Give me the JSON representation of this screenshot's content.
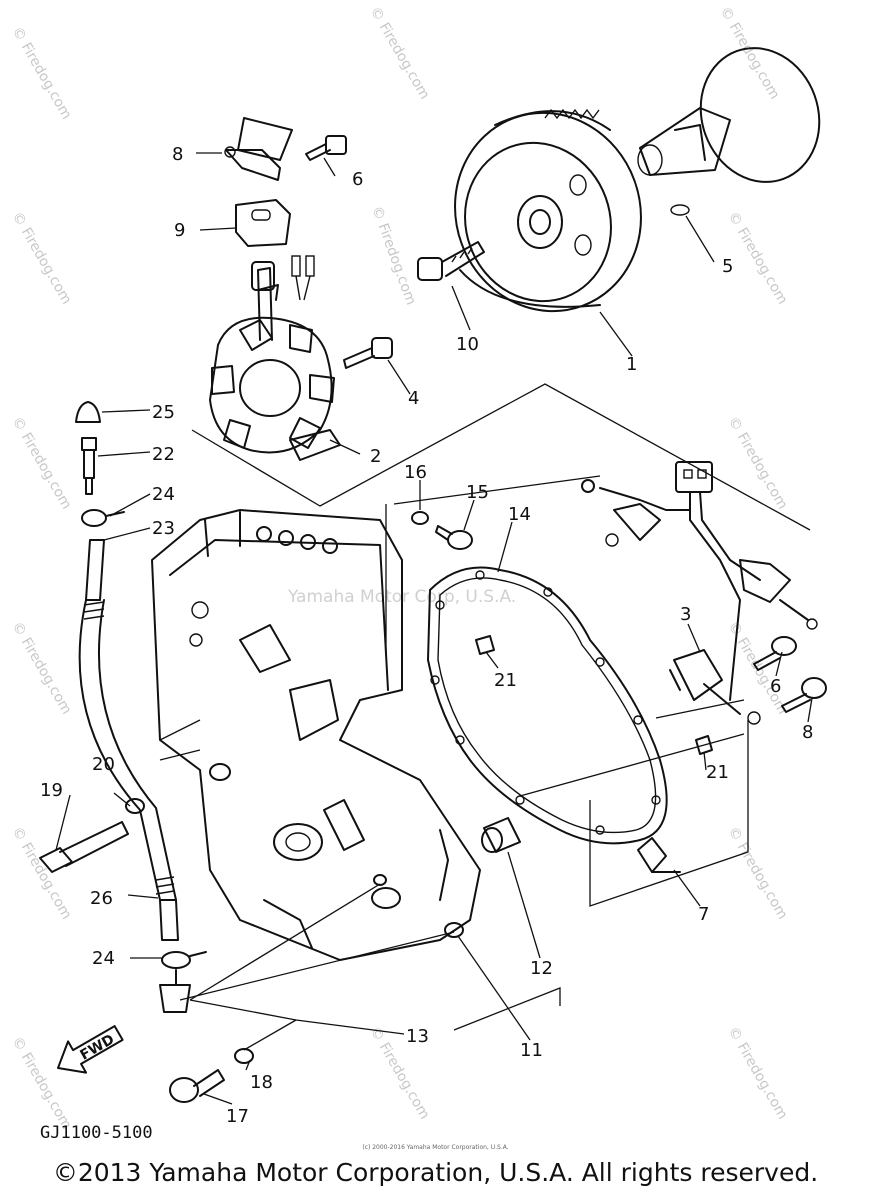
{
  "callouts": {
    "c1": "1",
    "c2": "2",
    "c3": "3",
    "c4": "4",
    "c5": "5",
    "c6a": "6",
    "c6b": "6",
    "c7": "7",
    "c8a": "8",
    "c8b": "8",
    "c9": "9",
    "c10": "10",
    "c11": "11",
    "c12": "12",
    "c13": "13",
    "c14": "14",
    "c15": "15",
    "c16": "16",
    "c17": "17",
    "c18": "18",
    "c19": "19",
    "c20": "20",
    "c21a": "21",
    "c21b": "21",
    "c22": "22",
    "c23": "23",
    "c24a": "24",
    "c24b": "24",
    "c25": "25",
    "c26": "26"
  },
  "fwd_label": "FWD",
  "diagram_code": "GJ1100-5100",
  "watermarks": {
    "firedog": "© Firedog.com",
    "center": "Yamaha Motor Corp, U.S.A."
  },
  "tiny_copyright": "(c) 2000-2016 Yamaha Motor Corporation, U.S.A.",
  "copyright": "©2013 Yamaha Motor Corporation, U.S.A. All rights reserved."
}
